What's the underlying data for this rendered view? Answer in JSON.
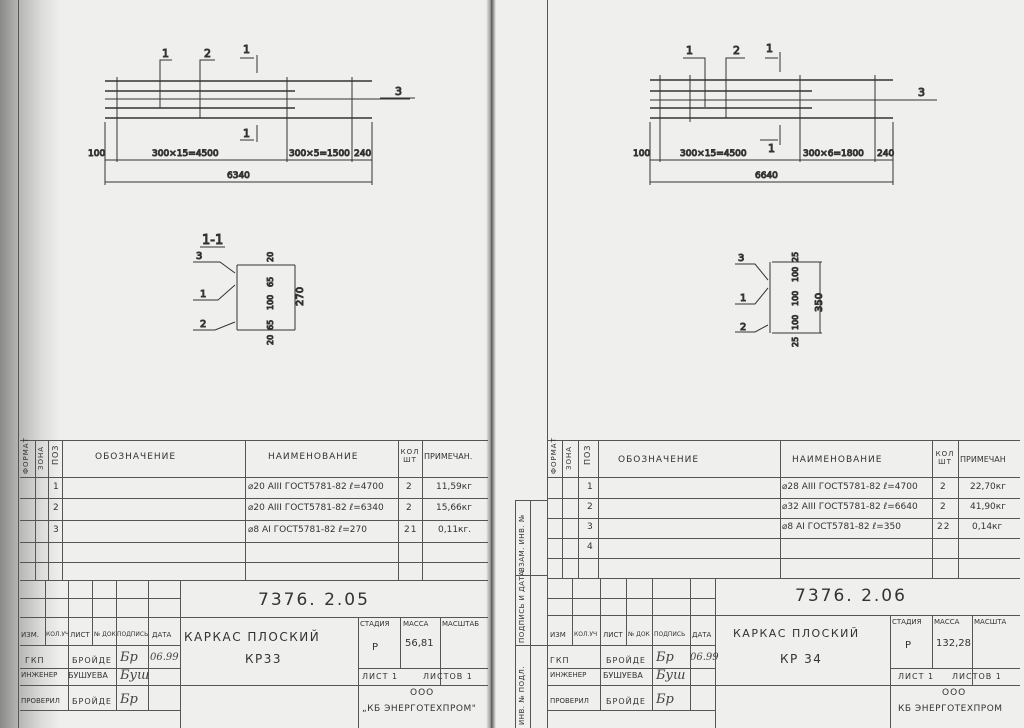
{
  "sheets": [
    {
      "drawing": {
        "callouts": [
          "1",
          "2",
          "1",
          "1",
          "3"
        ],
        "dims": [
          "100",
          "300×15=4500",
          "300×5=1500",
          "240",
          "6340"
        ],
        "section_title": "1-1",
        "section_callouts": [
          "3",
          "1",
          "2"
        ],
        "section_dims": [
          "20",
          "65",
          "100",
          "65",
          "20",
          "270"
        ]
      },
      "spec": {
        "headers": [
          "ФОРМАТ",
          "ЗОНА",
          "ПОЗ",
          "ОБОЗНАЧЕНИЕ",
          "НАИМЕНОВАНИЕ",
          "КОЛ ШТ",
          "ПРИМЕЧАН."
        ],
        "rows": [
          {
            "pos": "1",
            "name": "⌀20 AIII ГОСТ5781-82 ℓ=4700",
            "qty": "2",
            "note": "11,59кг"
          },
          {
            "pos": "2",
            "name": "⌀20 AIII ГОСТ5781-82 ℓ=6340",
            "qty": "2",
            "note": "15,66кг"
          },
          {
            "pos": "3",
            "name": "⌀8 AI ГОСТ5781-82 ℓ=270",
            "qty": "21",
            "note": "0,11кг."
          }
        ]
      },
      "stamp": {
        "code": "7376. 2.05",
        "cols": [
          "ИЗМ.",
          "КОЛ.УЧ",
          "ЛИСТ",
          "№ ДОК",
          "ПОДПИСЬ",
          "ДАТА"
        ],
        "people": [
          {
            "role": "ГКП",
            "name": "БРОЙДЕ",
            "sign": "Бр",
            "date": "06.99"
          },
          {
            "role": "ИНЖЕНЕР",
            "name": "БУШУЕВА",
            "sign": "Буш",
            "date": ""
          },
          {
            "role": "ПРОВЕРИЛ",
            "name": "БРОЙДЕ",
            "sign": "Бр",
            "date": ""
          }
        ],
        "title": "КАРКАС ПЛОСКИЙ",
        "mark": "КР33",
        "stage_label": "СТАДИЯ",
        "mass_label": "МАССА",
        "scale_label": "МАСШТАБ",
        "stage": "Р",
        "mass": "56,81",
        "sheet": "ЛИСТ 1",
        "sheets": "ЛИСТОВ 1",
        "org1": "ООО",
        "org2": "„КБ ЭНЕРГОТЕХПРОМ\""
      }
    },
    {
      "drawing": {
        "callouts": [
          "1",
          "2",
          "1",
          "1",
          "3"
        ],
        "dims": [
          "100",
          "300×15=4500",
          "300×6=1800",
          "240",
          "6640"
        ],
        "section_callouts": [
          "3",
          "1",
          "2"
        ],
        "section_dims": [
          "25",
          "100",
          "100",
          "100",
          "25",
          "350"
        ]
      },
      "spec": {
        "headers": [
          "ФОРМАТ",
          "ЗОНА",
          "ПОЗ",
          "ОБОЗНАЧЕНИЕ",
          "НАИМЕНОВАНИЕ",
          "КОЛ ШТ",
          "ПРИМЕЧАН"
        ],
        "rows": [
          {
            "pos": "1",
            "name": "⌀28 AIII ГОСТ5781-82 ℓ=4700",
            "qty": "2",
            "note": "22,70кг"
          },
          {
            "pos": "2",
            "name": "⌀32 AIII ГОСТ5781-82 ℓ=6640",
            "qty": "2",
            "note": "41,90кг"
          },
          {
            "pos": "3",
            "name": "⌀8 AI ГОСТ5781-82 ℓ=350",
            "qty": "22",
            "note": "0,14кг"
          },
          {
            "pos": "4",
            "name": "",
            "qty": "",
            "note": ""
          }
        ]
      },
      "stamp": {
        "code": "7376. 2.06",
        "cols": [
          "ИЗМ",
          "КОЛ.УЧ",
          "ЛИСТ",
          "№ ДОК",
          "ПОДПИСЬ",
          "ДАТА"
        ],
        "people": [
          {
            "role": "ГКП",
            "name": "БРОЙДЕ",
            "sign": "Бр",
            "date": "06.99"
          },
          {
            "role": "ИНЖЕНЕР",
            "name": "БУШУЕВА",
            "sign": "Буш",
            "date": ""
          },
          {
            "role": "ПРОВЕРИЛ",
            "name": "БРОЙДЕ",
            "sign": "Бр",
            "date": ""
          }
        ],
        "title": "КАРКАС ПЛОСКИЙ",
        "mark": "КР 34",
        "stage_label": "СТАДИЯ",
        "mass_label": "МАССА",
        "scale_label": "МАСШТА",
        "stage": "Р",
        "mass": "132,28",
        "sheet": "ЛИСТ 1",
        "sheets": "ЛИСТОВ 1",
        "org1": "ООО",
        "org2": "КБ ЭНЕРГОТЕХПРОМ"
      }
    }
  ],
  "side_strip": [
    "ИНВ. № ПОДЛ.",
    "ПОДПИСЬ И ДАТА",
    "ВЗАМ. ИНВ. №"
  ]
}
